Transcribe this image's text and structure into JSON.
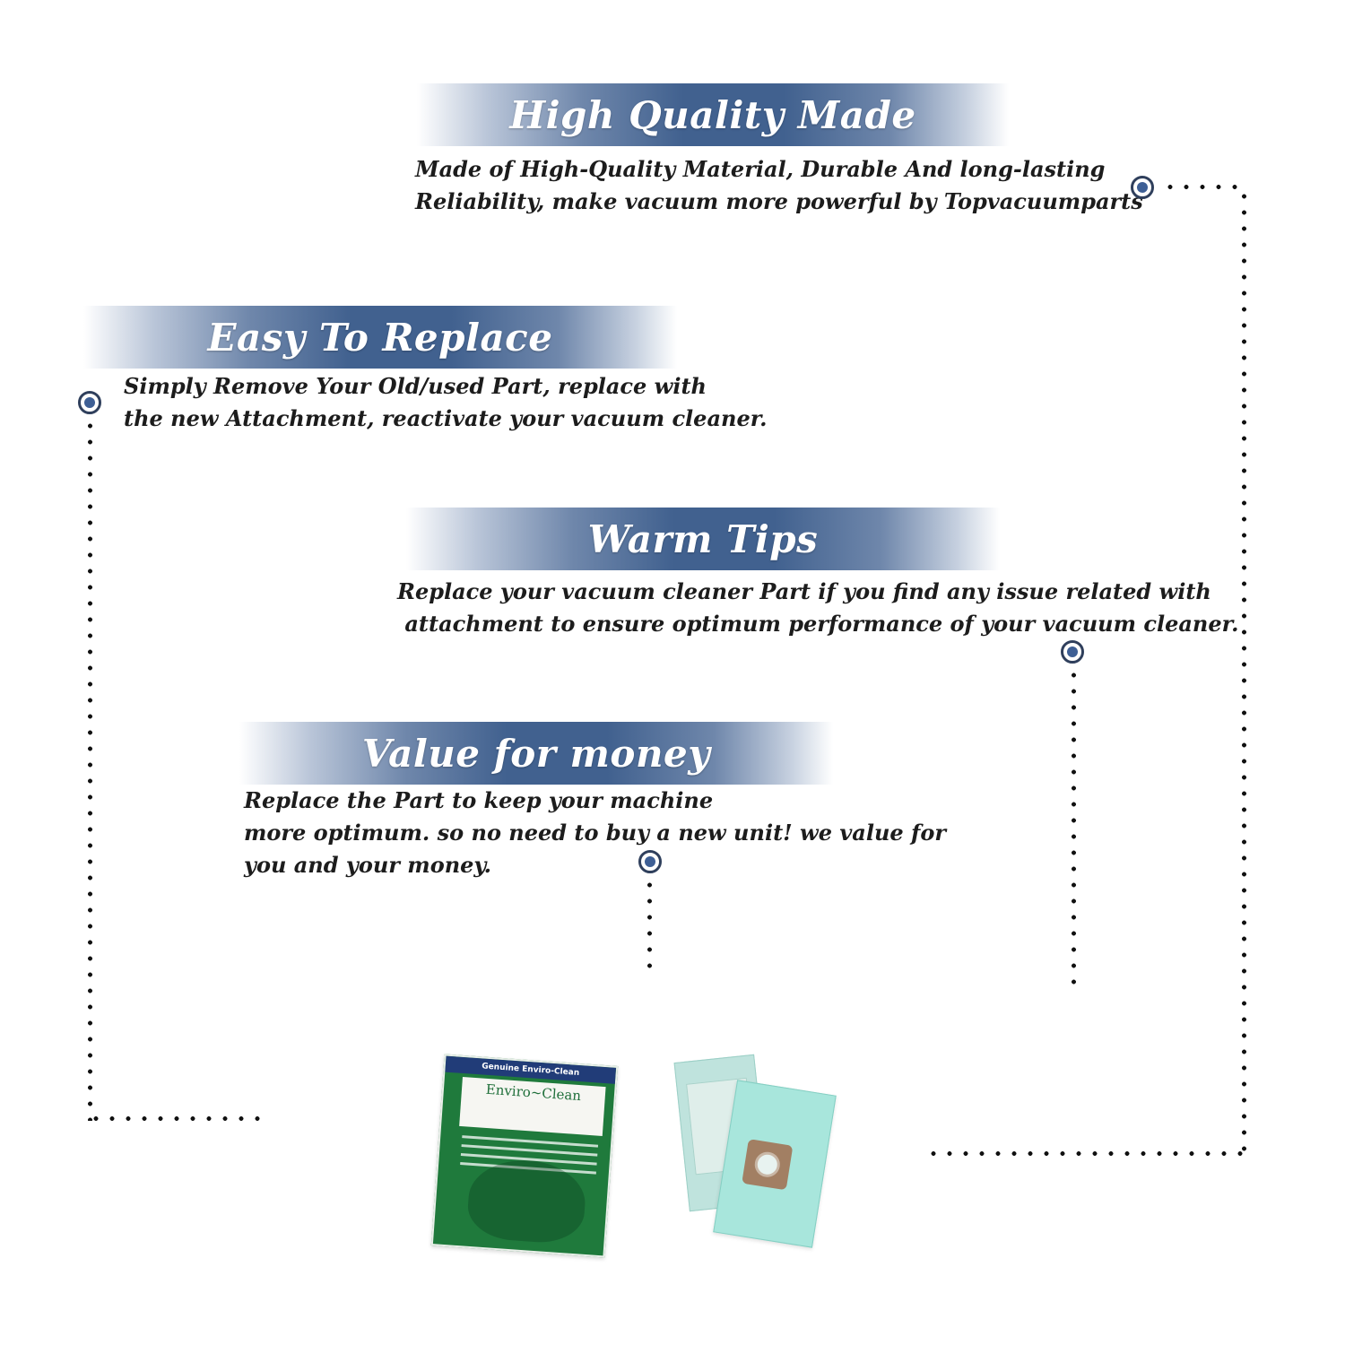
{
  "sections": [
    {
      "title": "High Quality Made",
      "lines": [
        "Made of  High-Quality Material, Durable And long-lasting",
        "Reliability, make vacuum more powerful by Topvacuumparts"
      ]
    },
    {
      "title": "Easy To Replace",
      "lines": [
        "Simply Remove Your Old/used Part, replace with",
        "the new Attachment, reactivate your vacuum cleaner."
      ]
    },
    {
      "title": "Warm Tips",
      "lines": [
        "Replace your vacuum cleaner Part if you find any issue related with",
        " attachment to ensure optimum performance of your vacuum cleaner."
      ]
    },
    {
      "title": "Value for money",
      "lines": [
        "Replace the Part to keep your machine",
        "more optimum. so no need to buy a new unit! we value for",
        "you and your money."
      ]
    }
  ],
  "product": {
    "package_header": "Genuine Enviro-Clean",
    "package_brand": "Enviro~Clean"
  },
  "colors": {
    "banner": "#41618f",
    "marker": "#3e5f95",
    "text": "#1c1c1c"
  }
}
